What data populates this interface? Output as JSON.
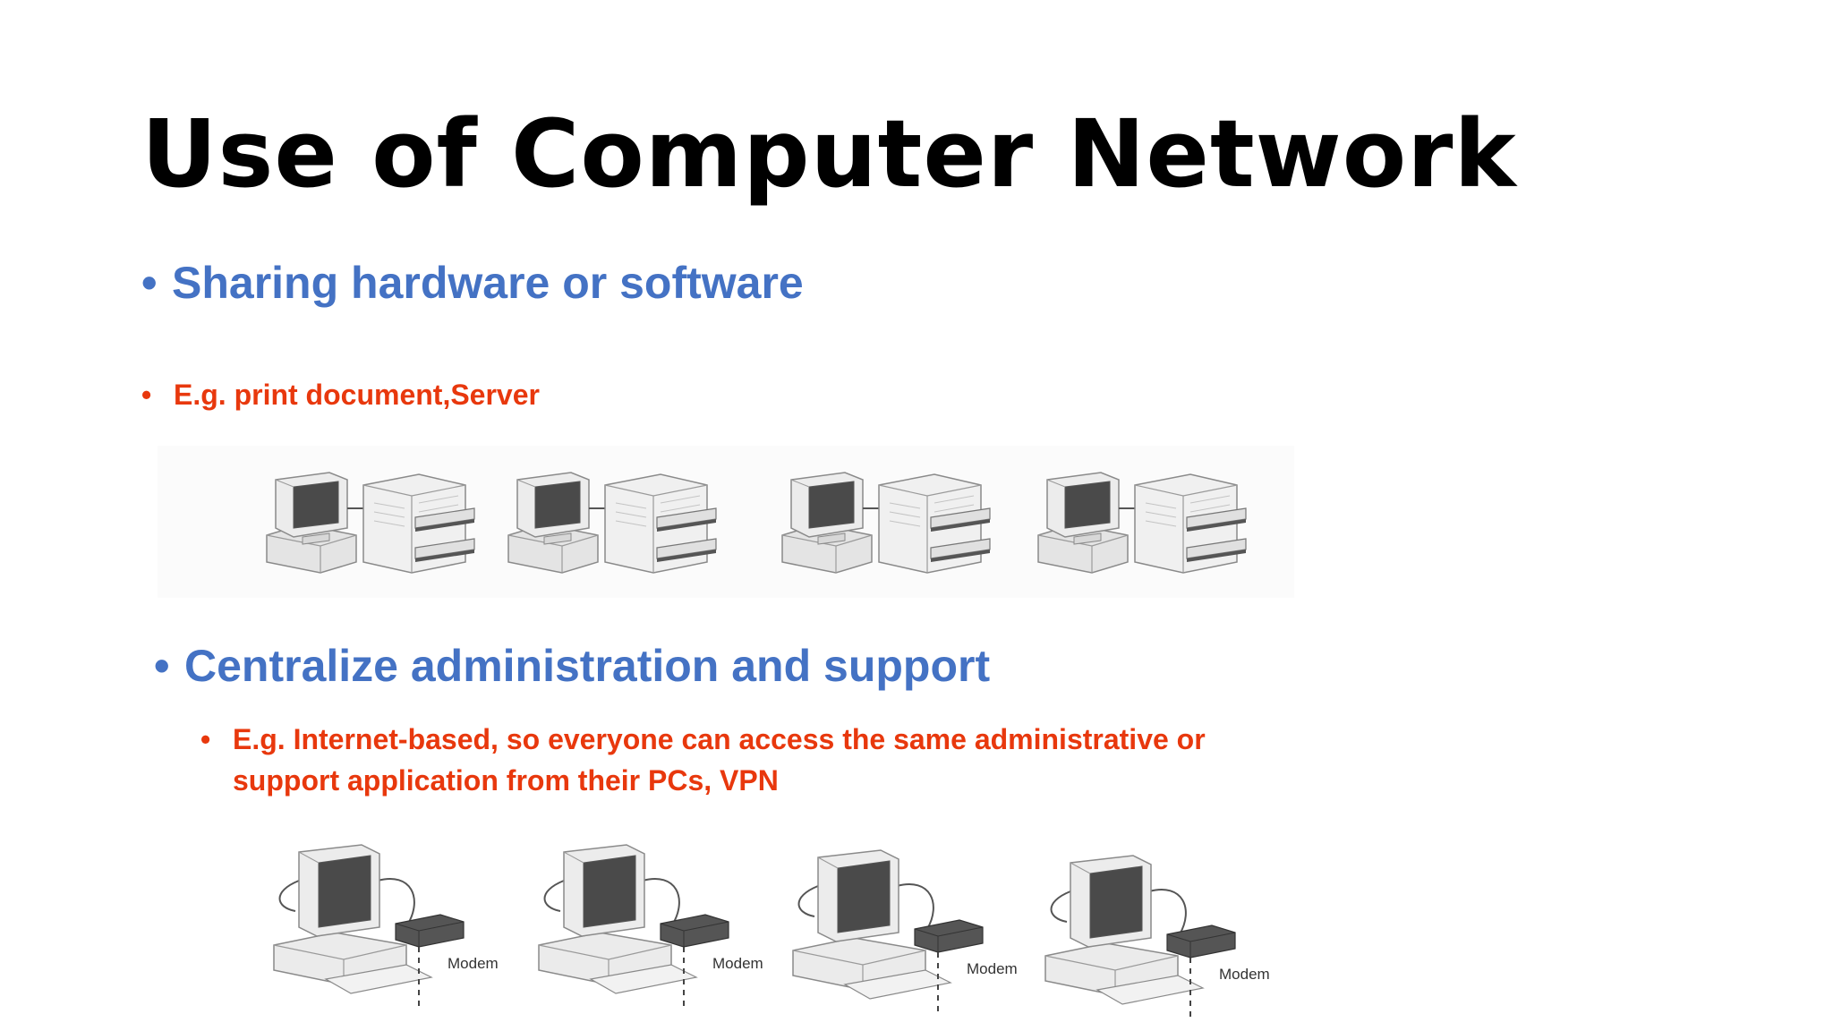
{
  "slide": {
    "title": "Use of Computer Network",
    "sections": [
      {
        "heading": "Sharing hardware or software",
        "example": "E.g. print document,Server",
        "devices": [
          "computer-printer",
          "computer-printer",
          "computer-printer",
          "computer-printer"
        ]
      },
      {
        "heading": "Centralize administration and support",
        "example": "E.g. Internet-based, so everyone can access the same administrative or support application from their PCs, VPN",
        "devices": [
          "computer-modem",
          "computer-modem",
          "computer-modem",
          "computer-modem"
        ],
        "device_label": "Modem"
      }
    ],
    "bullet_glyph": "•",
    "colors": {
      "title": "#000000",
      "heading": "#4472c4",
      "example": "#e8380d"
    }
  }
}
